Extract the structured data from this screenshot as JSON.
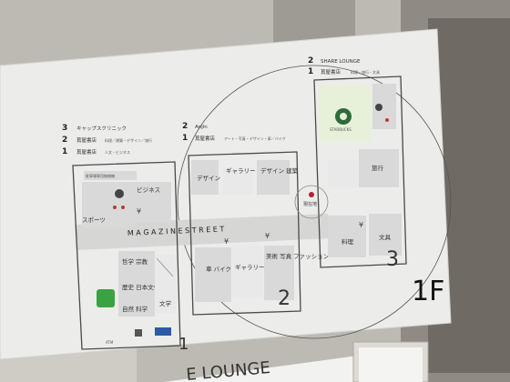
{
  "board": {
    "left_directory": [
      {
        "floor": "3",
        "name": "キャップスクリニック",
        "note": ""
      },
      {
        "floor": "2",
        "name": "蔦屋書店",
        "note": "料理／建築・デザイン／旅行"
      },
      {
        "floor": "1",
        "name": "蔦屋書店",
        "note": "人文・ビジネス"
      }
    ],
    "mid_directory": [
      {
        "floor": "2",
        "name": "Anjin",
        "note": ""
      },
      {
        "floor": "1",
        "name": "蔦屋書店",
        "note": "アート・写真・デザイン・車／バイク"
      }
    ],
    "right_directory": [
      {
        "floor": "2",
        "name": "SHARE LOUNGE",
        "note": ""
      },
      {
        "floor": "1",
        "name": "蔦屋書店",
        "note": "料理・旅行・文具"
      }
    ],
    "street_label": "M A G A Z I N E   S T R E E T",
    "here_label": "現在地",
    "floor_indicator": "1F",
    "building_numbers": [
      "1",
      "2",
      "3"
    ],
    "starbucks_label": "STARBUCKS",
    "bottom_sign": "E LOUNGE"
  },
  "building1": {
    "parking": "駐車場専用無線機",
    "sports": "スポーツ",
    "business": "ビジネス",
    "philosophy": "哲学\n宗教",
    "history": "歴史\n日本文化",
    "nature": "自然\n科学",
    "literature": "文学",
    "atm": "ATM"
  },
  "building2": {
    "design1": "デザイン\n建築",
    "gallery_top": "ギャラリー",
    "design2": "デザイン\n建築",
    "car": "車\nバイク",
    "gallery_bottom": "ギャラリー",
    "art": "美術\n写真\nファッション"
  },
  "building3": {
    "travel": "旅行",
    "cooking": "料理",
    "stationery": "文具"
  },
  "colors": {
    "starbucks_green": "#2f6b3a",
    "here_red": "#b2202c",
    "board_white": "#eeeeec"
  }
}
